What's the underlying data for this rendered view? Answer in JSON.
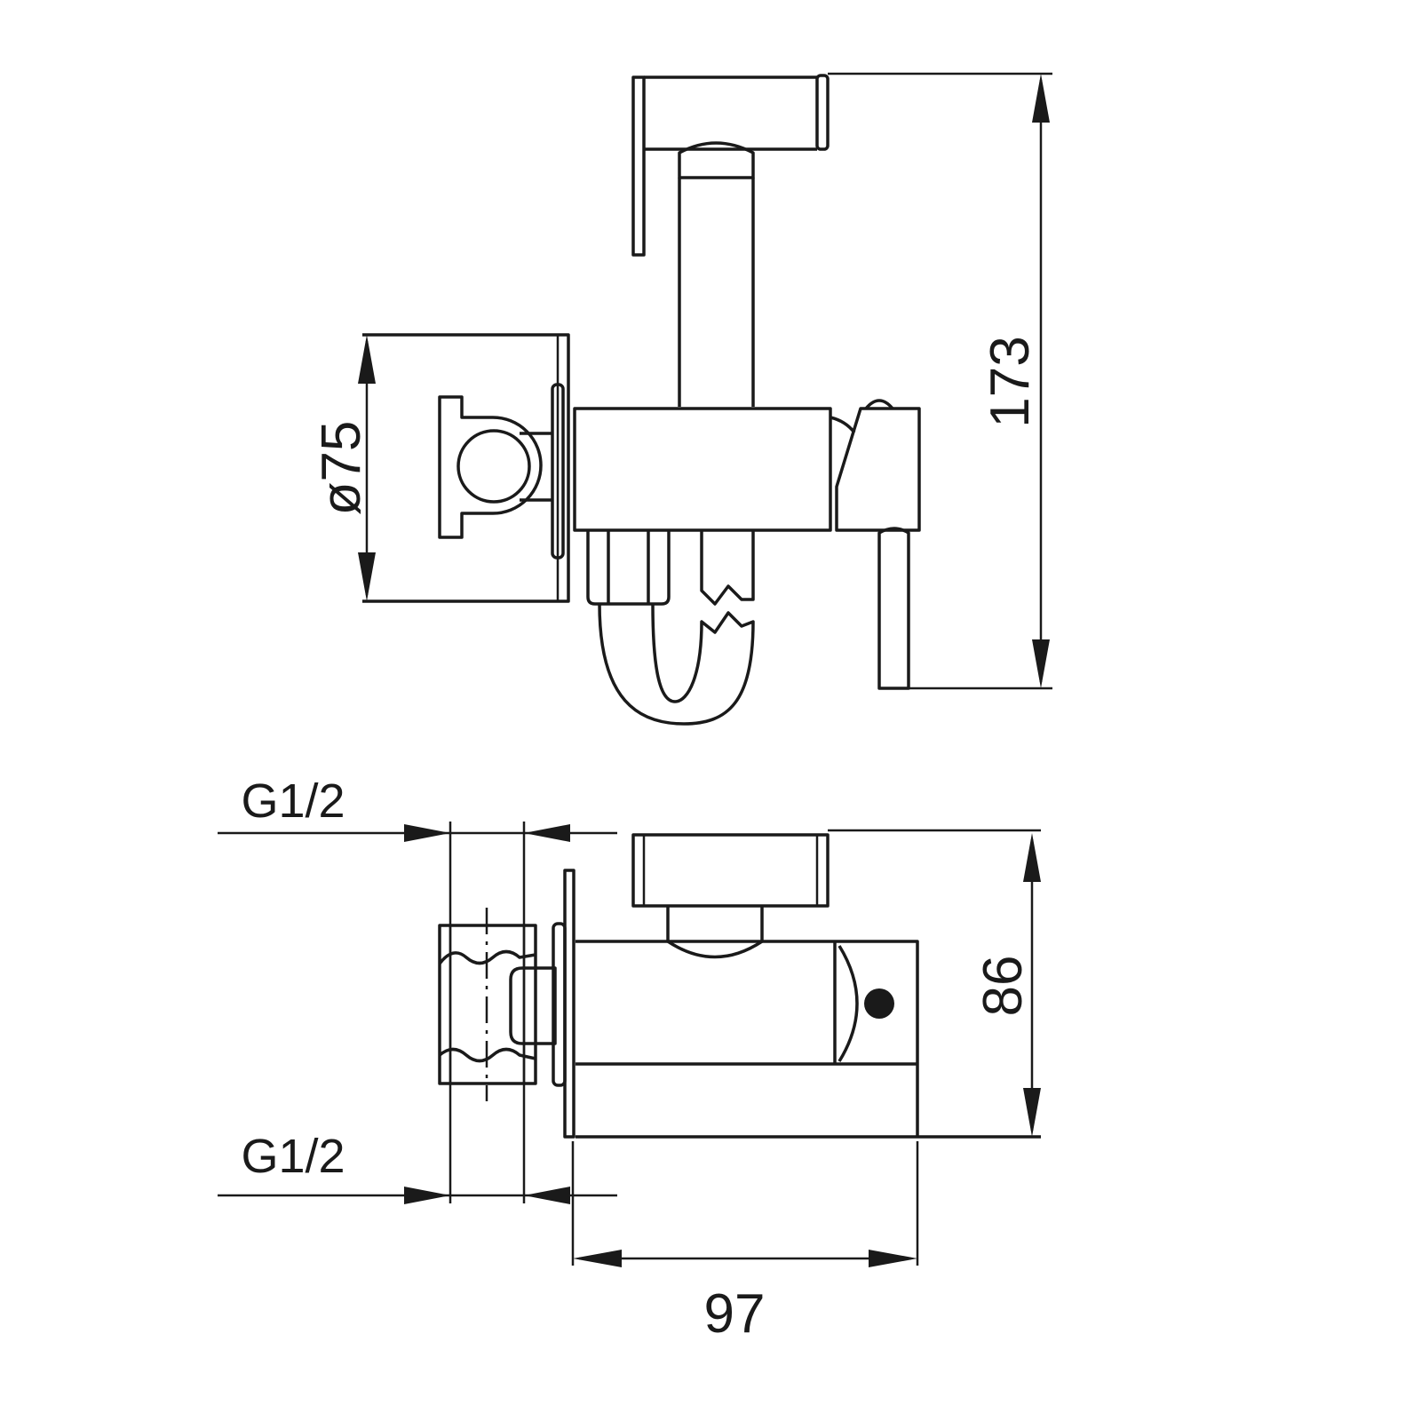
{
  "drawing": {
    "top_view": {
      "height_dimension": "173",
      "diameter_dimension": "ø75"
    },
    "side_view": {
      "thread_top_label": "G1/2",
      "thread_bottom_label": "G1/2",
      "height_dimension": "86",
      "depth_dimension": "97"
    },
    "colors": {
      "line": "#1a1a1a",
      "background": "#ffffff"
    }
  }
}
